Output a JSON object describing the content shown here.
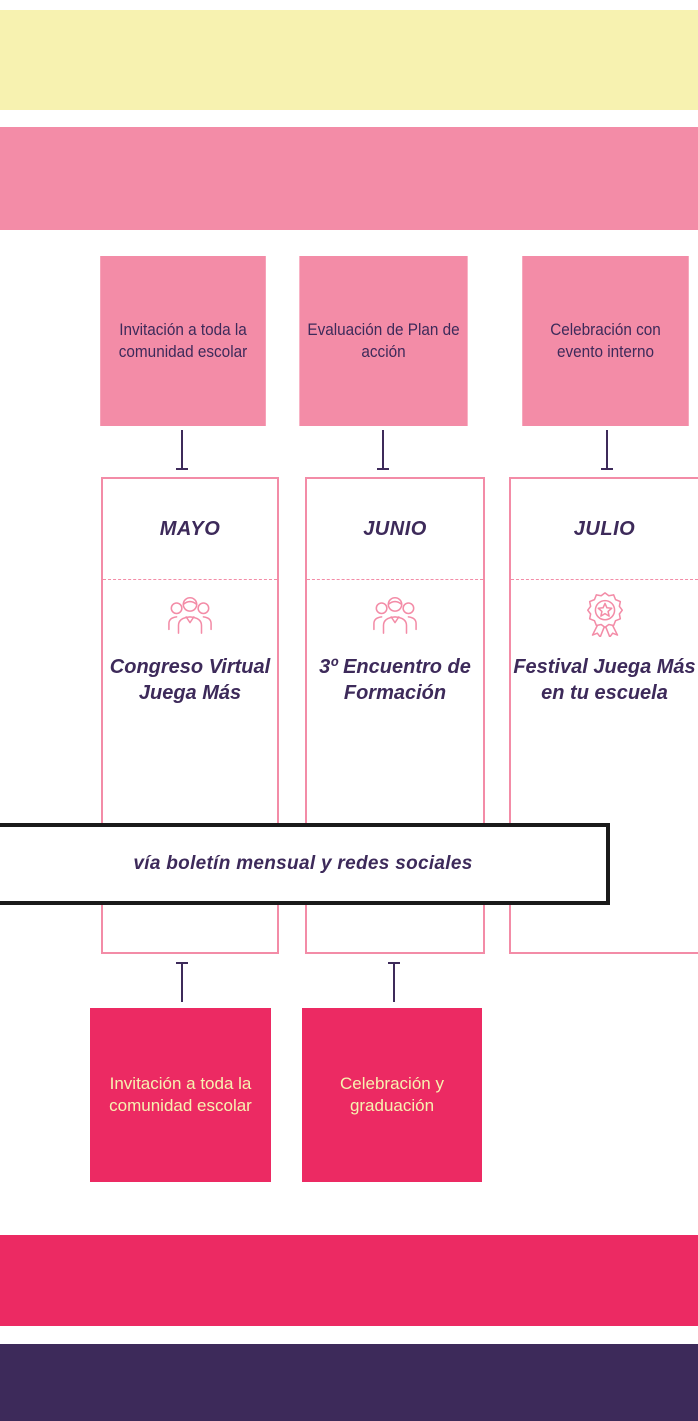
{
  "top_boxes": [
    {
      "label": "Invitación a toda la comunidad escolar"
    },
    {
      "label": "Evaluación de Plan de acción"
    },
    {
      "label": "Celebración con evento interno"
    }
  ],
  "columns": [
    {
      "month": "MAYO",
      "icon": "group-people-icon",
      "event": "Congreso Virtual Juega Más"
    },
    {
      "month": "JUNIO",
      "icon": "group-people-icon",
      "event": "3º Encuentro de Formación"
    },
    {
      "month": "JULIO",
      "icon": "award-badge-icon",
      "event": "Festival Juega Más en tu escuela"
    }
  ],
  "note": "vía boletín mensual y redes sociales",
  "bottom_boxes": [
    {
      "label": "Invitación a toda la comunidad escolar"
    },
    {
      "label": "Celebración y graduación"
    }
  ],
  "colors": {
    "yellow": "#f7f2b0",
    "pink": "#f38ca7",
    "red": "#ec2a63",
    "purple": "#3d2a5a"
  }
}
